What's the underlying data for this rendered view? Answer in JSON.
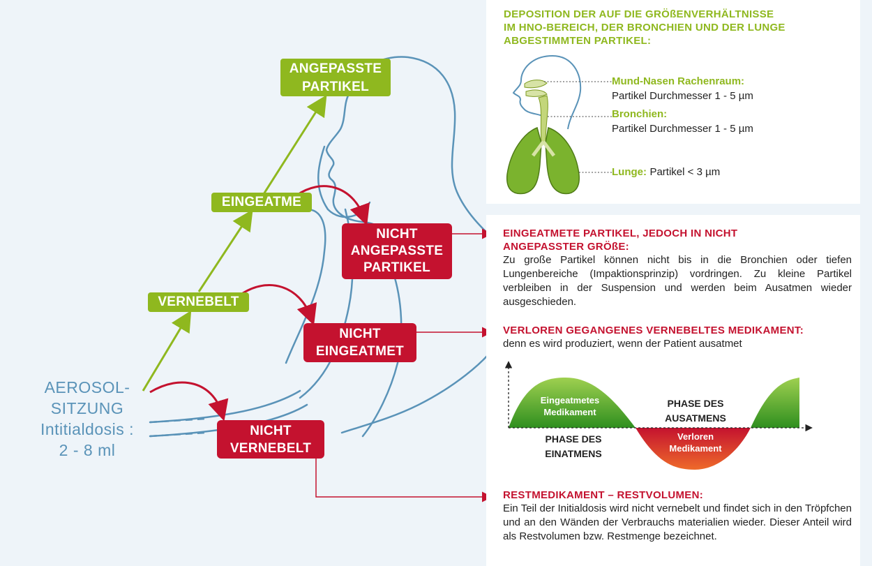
{
  "colors": {
    "green": "#8fb81f",
    "red": "#c4122f",
    "blue": "#5a93b8",
    "background": "#eef4f9"
  },
  "left": {
    "dose_line1": "AEROSOL-",
    "dose_line2": "SITZUNG",
    "dose_line3": "Intitialdosis :",
    "dose_line4": "2 - 8 ml"
  },
  "boxes": {
    "angepasste_line1": "ANGEPASSTE",
    "angepasste_line2": "PARTIKEL",
    "eingeatme": "EINGEATME",
    "vernebelt": "VERNEBELT",
    "nicht_angepasste_line1": "NICHT",
    "nicht_angepasste_line2": "ANGEPASSTE",
    "nicht_angepasste_line3": "PARTIKEL",
    "nicht_eingeatmet_line1": "NICHT",
    "nicht_eingeatmet_line2": "EINGEATMET",
    "nicht_vernebelt_line1": "NICHT",
    "nicht_vernebelt_line2": "VERNEBELT"
  },
  "deposition": {
    "title_line1": "DEPOSITION DER AUF DIE GRÖßENVERHÄLTNISSE",
    "title_line2": "IM HNO-BEREICH, DER BRONCHIEN UND DER LUNGE",
    "title_line3": "ABGESTIMMTEN PARTIKEL:",
    "mund_label": "Mund-Nasen Rachenraum:",
    "mund_value": "Partikel Durchmesser 1 - 5 µm",
    "bronchien_label": "Bronchien:",
    "bronchien_value": "Partikel Durchmesser 1 - 5 µm",
    "lunge_label": "Lunge:",
    "lunge_value": "Partikel < 3 µm"
  },
  "section1": {
    "title_line1": "EINGEATMETE PARTIKEL, JEDOCH IN NICHT",
    "title_line2": "ANGEPASSTER GRÖßE:",
    "body": "Zu große Partikel können nicht bis in die Bronchien oder tiefen Lungenbereiche (Impaktionsprinzip) vordringen. Zu kleine Partikel verbleiben in der Suspension und werden beim Ausatmen wieder ausgeschieden."
  },
  "section2": {
    "title": "VERLOREN GEGANGENES VERNEBELTES MEDIKAMENT:",
    "body": "denn es wird produziert, wenn der Patient ausatmet"
  },
  "wave": {
    "inhaled_line1": "Eingeatmetes",
    "inhaled_line2": "Medikament",
    "lost_line1": "Verloren",
    "lost_line2": "Medikament",
    "exhale_line1": "PHASE DES",
    "exhale_line2": "AUSATMENS",
    "inhale_line1": "PHASE DES",
    "inhale_line2": "EINATMENS"
  },
  "section3": {
    "title": "RESTMEDIKAMENT – RESTVOLUMEN:",
    "body": "Ein Teil der Initialdosis wird nicht vernebelt und findet sich in den Tröpfchen und an den Wänden der Verbrauchs materialien wieder. Dieser Anteil wird als Restvolumen bzw. Restmenge bezeichnet."
  }
}
